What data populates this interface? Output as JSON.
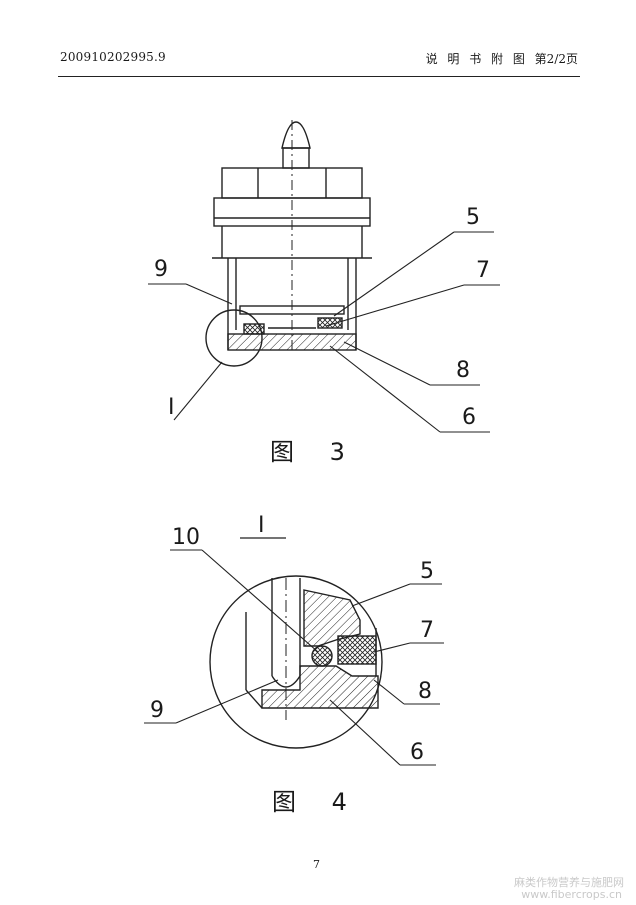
{
  "header": {
    "patent_number": "200910202995.9",
    "right_text": "说 明 书 附 图 第2/2页"
  },
  "figure3": {
    "caption": "图 3",
    "labels": {
      "l5": "5",
      "l7": "7",
      "l8": "8",
      "l6": "6",
      "l9": "9",
      "lI": "I"
    }
  },
  "figure4": {
    "title": "I",
    "caption": "图 4",
    "labels": {
      "l10": "10",
      "l5": "5",
      "l7": "7",
      "l8": "8",
      "l9": "9",
      "l6": "6"
    }
  },
  "footer": {
    "page_number": "7",
    "watermark_cn": "麻类作物营养与施肥网",
    "watermark_en": "www.fibercrops.cn"
  }
}
